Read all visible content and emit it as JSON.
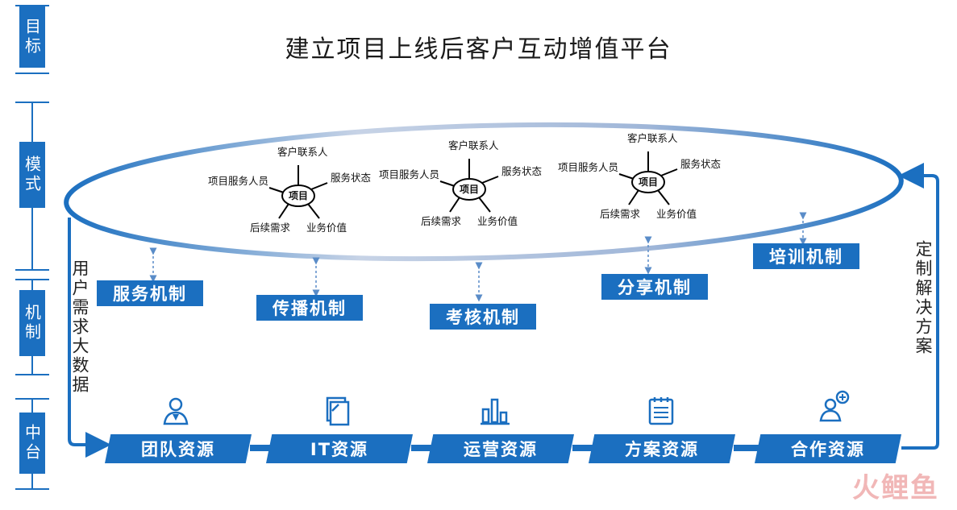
{
  "title": "建立项目上线后客户互动增值平台",
  "axis": [
    {
      "label": "目标"
    },
    {
      "label": "模式"
    },
    {
      "label": "机制"
    },
    {
      "label": "中台"
    }
  ],
  "left_loop_label": "用户需求大数据",
  "right_loop_label": "定制解决方案",
  "hub": {
    "center": "项目",
    "spokes": [
      "客户联系人",
      "服务状态",
      "业务价值",
      "后续需求",
      "项目服务人员"
    ]
  },
  "mechanisms": [
    "服务机制",
    "传播机制",
    "考核机制",
    "分享机制",
    "培训机制"
  ],
  "resources": [
    {
      "label": "团队资源",
      "icon": "user-icon"
    },
    {
      "label": "IT资源",
      "icon": "document-icon"
    },
    {
      "label": "运营资源",
      "icon": "bar-chart-icon"
    },
    {
      "label": "方案资源",
      "icon": "notepad-icon"
    },
    {
      "label": "合作资源",
      "icon": "add-user-icon"
    }
  ],
  "watermark": "火鲤鱼",
  "colors": {
    "primary": "#1b6fc0",
    "ring_light": "#c7d3e6",
    "arrow": "#5a8cc8"
  }
}
